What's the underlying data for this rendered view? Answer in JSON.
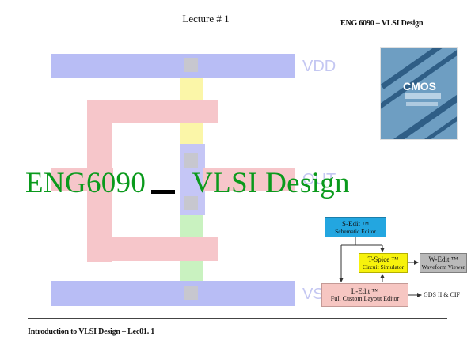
{
  "header": {
    "lecture": "Lecture # 1",
    "course": "ENG 6090 – VLSI Design"
  },
  "footer": "Introduction to VLSI Design – Lec01. 1",
  "title": {
    "part1": "ENG6090",
    "part2": "VLSI Design"
  },
  "layout_labels": {
    "vdd": "VDD",
    "out": "OUT",
    "vss": "VS"
  },
  "book": {
    "title": "CMOS"
  },
  "flow": {
    "sedit": {
      "name": "S-Edit ™",
      "desc": "Schematic Editor"
    },
    "tspice": {
      "name": "T-Spice ™",
      "desc": "Circuit Simulator"
    },
    "wedit": {
      "name": "W-Edit ™",
      "desc": "Waveform Viewer"
    },
    "ledit": {
      "name": "L-Edit ™",
      "desc": "Full Custom Layout Editor"
    },
    "gds": "GDS II & CIF"
  },
  "colors": {
    "title": "#0a9a1c",
    "rail": "#b8bdf5",
    "poly": "#f6c6ca",
    "sedit": "#23a6e0",
    "tspice": "#f7f20c",
    "ledit": "#f6c6c2"
  }
}
